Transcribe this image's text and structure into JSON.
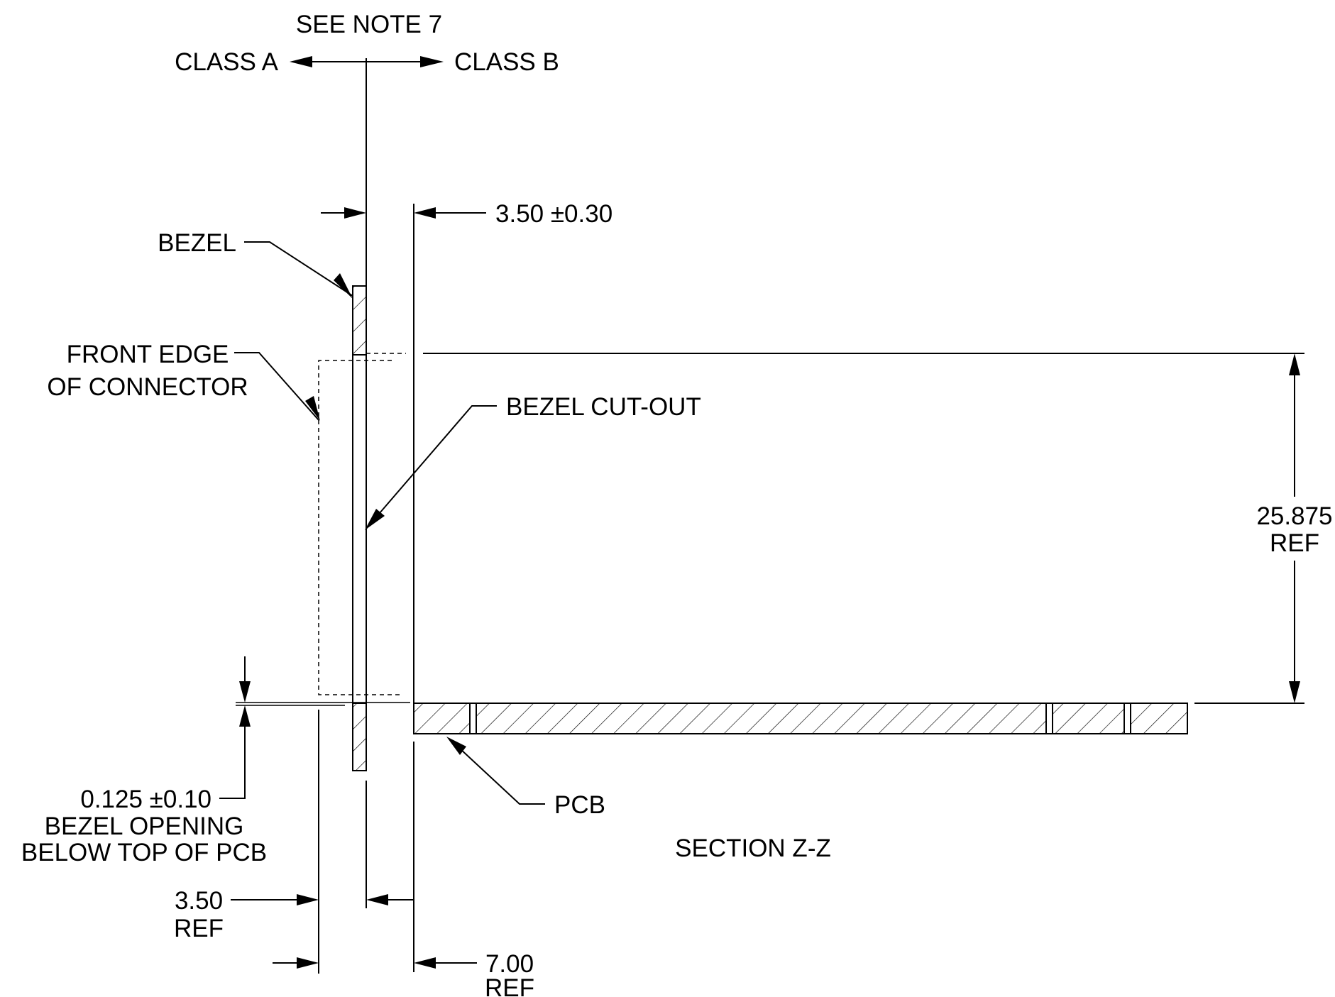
{
  "view_title": "SECTION Z-Z",
  "note_ref": "SEE NOTE 7",
  "class_a": "CLASS A",
  "class_b": "CLASS B",
  "labels": {
    "bezel": "BEZEL",
    "front_edge_line1": "FRONT EDGE",
    "front_edge_line2": "OF CONNECTOR",
    "bezel_cutout": "BEZEL CUT-OUT",
    "pcb": "PCB"
  },
  "dimensions": {
    "bezel_gap": "3.50 ±0.30",
    "height_value": "25.875",
    "height_ref": "REF",
    "opening_value": "0.125 ±0.10",
    "opening_desc1": "BEZEL OPENING",
    "opening_desc2": "BELOW TOP OF PCB",
    "offset_value": "3.50",
    "offset_ref": "REF",
    "overall_value": "7.00",
    "overall_ref": "REF"
  }
}
